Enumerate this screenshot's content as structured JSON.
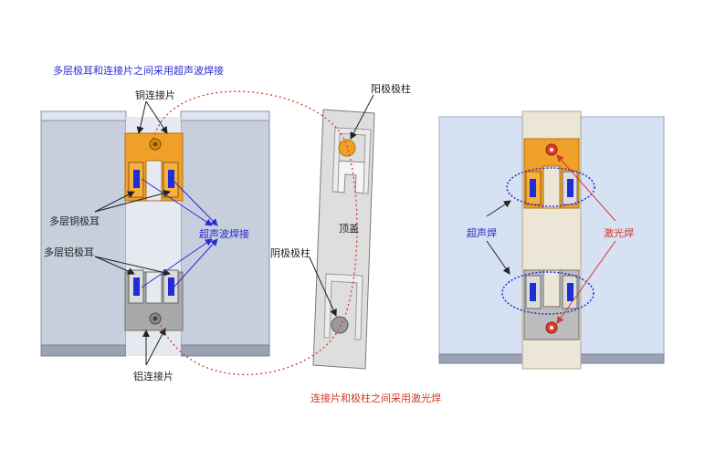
{
  "labels": {
    "title_ultrasonic": "多层极耳和连接片之间采用超声波焊接",
    "copper_connector": "铜连接片",
    "multi_copper_tab": "多层铜极耳",
    "ultrasonic_weld": "超声波焊接",
    "multi_aluminum_tab": "多层铝极耳",
    "aluminum_connector": "铝连接片",
    "anode_post": "阳极极柱",
    "top_cover": "顶盖",
    "cathode_post": "阴极极柱",
    "laser_title": "连接片和极柱之间采用激光焊",
    "ultrasonic_weld_short": "超声焊",
    "laser_weld": "激光焊"
  },
  "colors": {
    "cell_body": "#c9d0df",
    "copper": "#f0a029",
    "aluminum": "#a9a9a9",
    "tab_blue": "#1f2dd6",
    "ultrasonic_arrow": "#2b2bd6",
    "laser_red": "#d23a2a",
    "right_cell": "#d6e2f3",
    "beige_plate": "#ebe6d6"
  }
}
